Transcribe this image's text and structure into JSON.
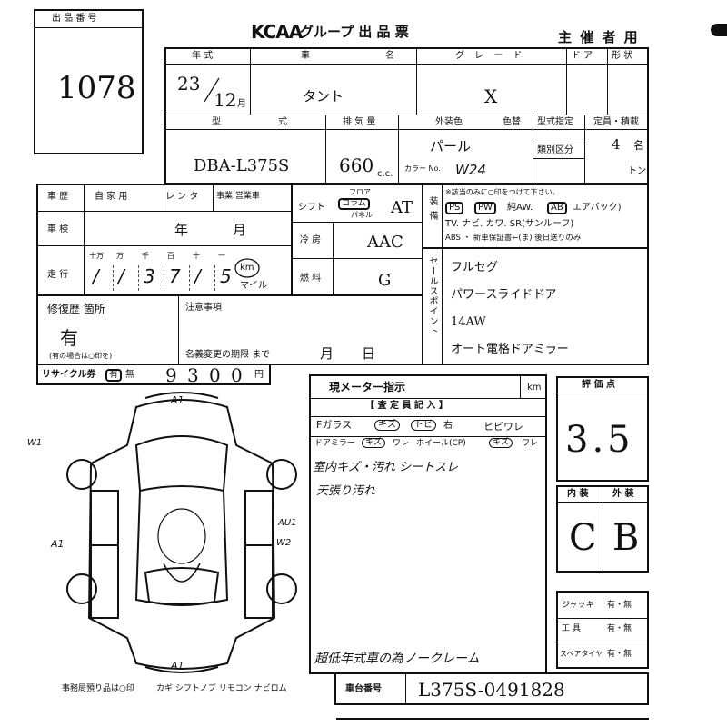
{
  "lot": {
    "label": "出 品 番 号",
    "number": "1078"
  },
  "header": {
    "brand": "KCAA",
    "title": "グループ 出 品 票",
    "organizer": "主 催 者 用"
  },
  "vehicle": {
    "year_label": "年 式",
    "year": "23",
    "month": "12",
    "month_unit": "月",
    "name_label": "車 名",
    "name": "タント",
    "grade_label": "グ レ ー ド",
    "grade": "X",
    "door_label": "ド ア",
    "shape_label": "形 状",
    "type_label": "型 式",
    "type": "DBA-L375S",
    "displacement_label": "排 気 量",
    "displacement": "660",
    "cc_unit": "c.c.",
    "color_label": "外装色",
    "paint_label": "色替",
    "color": "パール",
    "color_no_label": "カラー No.",
    "color_no": "W24",
    "model_spec_label": "型式指定",
    "class_label": "類別区分",
    "capacity_label": "定員・積載",
    "capacity": "4",
    "capacity_unit": "名",
    "load_unit": "トン"
  },
  "usage": {
    "label": "車 歴",
    "options": [
      "自 家 用",
      "レ ン タ",
      "事業.営業車"
    ]
  },
  "inspection": {
    "label": "車 検",
    "year_unit": "年",
    "month_unit": "月"
  },
  "mileage": {
    "label": "走 行",
    "digit_labels": [
      "十万",
      "万",
      "千",
      "百",
      "十",
      "一"
    ],
    "digits": [
      "/",
      "/",
      "3",
      "7",
      "/",
      "5"
    ],
    "unit_km": "km",
    "unit_mile": "マイル"
  },
  "shift": {
    "label": "シフト",
    "options": [
      "フロア",
      "コラム",
      "パネル"
    ],
    "value": "AT"
  },
  "ac": {
    "label": "冷 房",
    "value": "AAC"
  },
  "fuel": {
    "label": "燃 料",
    "value": "G"
  },
  "equipment": {
    "label": "装備",
    "note": "※該当のみに○印をつけて下さい。",
    "items_row1": [
      "PS",
      "PW",
      "純AW.",
      "AB",
      "エアバック)"
    ],
    "items_row2": "TV. ナビ. カワ. SR(サンルーフ)",
    "items_row3": "ABS ・ 新車保証書←(ま) 後日送りのみ"
  },
  "selling_points": {
    "label": "セールスポイント",
    "items": [
      "フルセグ",
      "パワースライドドア",
      "14AW",
      "オート電格ドアミラー"
    ]
  },
  "repair": {
    "label": "修復歴 箇所",
    "value": "有",
    "note": "(有の場合は○印を)"
  },
  "notes": {
    "label": "注意事項",
    "expiry_label": "名義変更の期限 まで",
    "month": "月",
    "day": "日",
    "until": "まで"
  },
  "recycle": {
    "label": "リサイクル券",
    "has": "有",
    "none": "無",
    "amount_digits": [
      "9",
      "3",
      "0",
      "0"
    ],
    "yen": "円"
  },
  "meter": {
    "label": "現メーター指示",
    "unit": "km"
  },
  "inspector": {
    "label": "【 査 定 員 記 入 】",
    "row1": [
      "Fガラス",
      "キズ",
      "トビ",
      "右",
      "ヒビワレ"
    ],
    "row2": [
      "ドアミラー",
      "キズ",
      "ワレ",
      "ホイール(CP)",
      "キズ",
      "ワレ"
    ],
    "handwritten": [
      "室内キズ・汚れ シートスレ",
      "天張り汚れ"
    ],
    "bottom_note": "超低年式車の為ノークレーム"
  },
  "diagram": {
    "marks": [
      "A1",
      "W1",
      "A1",
      "AU1",
      "W2",
      "A1"
    ]
  },
  "score": {
    "label": "評 価 点",
    "value": "3.5"
  },
  "interior_exterior": {
    "interior_label": "内 装",
    "exterior_label": "外 装",
    "interior": "C",
    "exterior": "B"
  },
  "accessories": [
    {
      "label": "ジャッキ",
      "value": "有・無"
    },
    {
      "label": "工 具",
      "value": "有・無"
    },
    {
      "label": "スペアタイヤ",
      "value": "有・無"
    }
  ],
  "office": {
    "label": "事務局預り品は○印",
    "items": "カギ シフトノブ リモコン ナビロム"
  },
  "chassis": {
    "label": "車台番号",
    "value": "L375S-0491828"
  }
}
